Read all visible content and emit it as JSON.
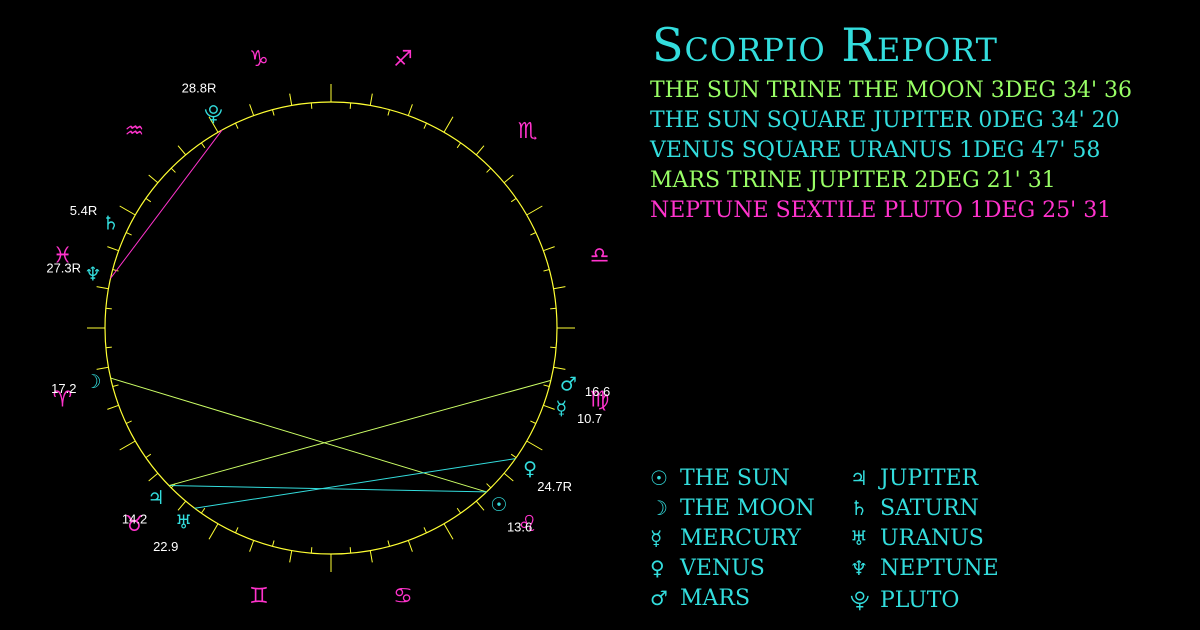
{
  "header": {
    "title": "Scorpio Report"
  },
  "colors": {
    "background": "#000000",
    "wheel": "#ffff33",
    "sign": "#ff33cc",
    "planet": "#33dddd",
    "trine": "#ccff66",
    "square": "#33dddd",
    "sextile": "#ff33cc"
  },
  "aspects": [
    {
      "text": "THE SUN TRINE THE MOON 3DEG 34' 36",
      "color": "#99ff66"
    },
    {
      "text": "THE SUN SQUARE JUPITER 0DEG 34' 20",
      "color": "#33dddd"
    },
    {
      "text": "VENUS SQUARE URANUS 1DEG 47' 58",
      "color": "#33dddd"
    },
    {
      "text": "MARS TRINE JUPITER 2DEG 21' 31",
      "color": "#99ff66"
    },
    {
      "text": "NEPTUNE SEXTILE PLUTO 1DEG 25' 31",
      "color": "#ff33cc"
    }
  ],
  "legend": [
    {
      "glyph": "☉",
      "label": "THE SUN"
    },
    {
      "glyph": "☽",
      "label": "THE MOON"
    },
    {
      "glyph": "☿",
      "label": "MERCURY"
    },
    {
      "glyph": "♀",
      "label": "VENUS"
    },
    {
      "glyph": "♂",
      "label": "MARS"
    },
    {
      "glyph": "♃",
      "label": "JUPITER"
    },
    {
      "glyph": "♄",
      "label": "SATURN"
    },
    {
      "glyph": "♅",
      "label": "URANUS"
    },
    {
      "glyph": "♆",
      "label": "NEPTUNE"
    },
    {
      "glyph": "⯓",
      "label": "PLUTO"
    }
  ],
  "wheel": {
    "signs": [
      {
        "name": "aries",
        "glyph": "♈",
        "angle": 180
      },
      {
        "name": "taurus",
        "glyph": "♉",
        "angle": 210
      },
      {
        "name": "gemini",
        "glyph": "♊",
        "angle": 240
      },
      {
        "name": "cancer",
        "glyph": "♋",
        "angle": 270
      },
      {
        "name": "leo",
        "glyph": "♌",
        "angle": 300
      },
      {
        "name": "virgo",
        "glyph": "♍",
        "angle": 330
      },
      {
        "name": "libra",
        "glyph": "♎",
        "angle": 0
      },
      {
        "name": "scorpio",
        "glyph": "♏",
        "angle": 30
      },
      {
        "name": "sagittarius",
        "glyph": "♐",
        "angle": 60
      },
      {
        "name": "capricorn",
        "glyph": "♑",
        "angle": 90
      },
      {
        "name": "aquarius",
        "glyph": "♒",
        "angle": 120
      },
      {
        "name": "pisces",
        "glyph": "♓",
        "angle": 150
      }
    ],
    "planets": [
      {
        "name": "sun",
        "glyph": "☉",
        "angle": 313.5,
        "degree": "13.6"
      },
      {
        "name": "moon",
        "glyph": "☽",
        "angle": 192.8,
        "degree": "17.2"
      },
      {
        "name": "mercury",
        "glyph": "☿",
        "angle": 340.7,
        "degree": "10.7"
      },
      {
        "name": "venus",
        "glyph": "♀",
        "angle": 324.7,
        "degree": "24.7R"
      },
      {
        "name": "mars",
        "glyph": "♂",
        "angle": 346.6,
        "degree": "16.6"
      },
      {
        "name": "jupiter",
        "glyph": "♃",
        "angle": 224.2,
        "degree": "14.2"
      },
      {
        "name": "saturn",
        "glyph": "♄",
        "angle": 154.6,
        "degree": "5.4R"
      },
      {
        "name": "uranus",
        "glyph": "♅",
        "angle": 232.9,
        "degree": "22.9"
      },
      {
        "name": "neptune",
        "glyph": "♆",
        "angle": 167.3,
        "degree": "27.3R"
      },
      {
        "name": "pluto",
        "glyph": "⯓",
        "angle": 118.8,
        "degree": "28.8R"
      }
    ],
    "aspect_lines": [
      {
        "from": "sun",
        "to": "moon",
        "type": "trine"
      },
      {
        "from": "sun",
        "to": "jupiter",
        "type": "square"
      },
      {
        "from": "venus",
        "to": "uranus",
        "type": "square"
      },
      {
        "from": "mars",
        "to": "jupiter",
        "type": "trine"
      },
      {
        "from": "neptune",
        "to": "pluto",
        "type": "sextile"
      }
    ]
  }
}
